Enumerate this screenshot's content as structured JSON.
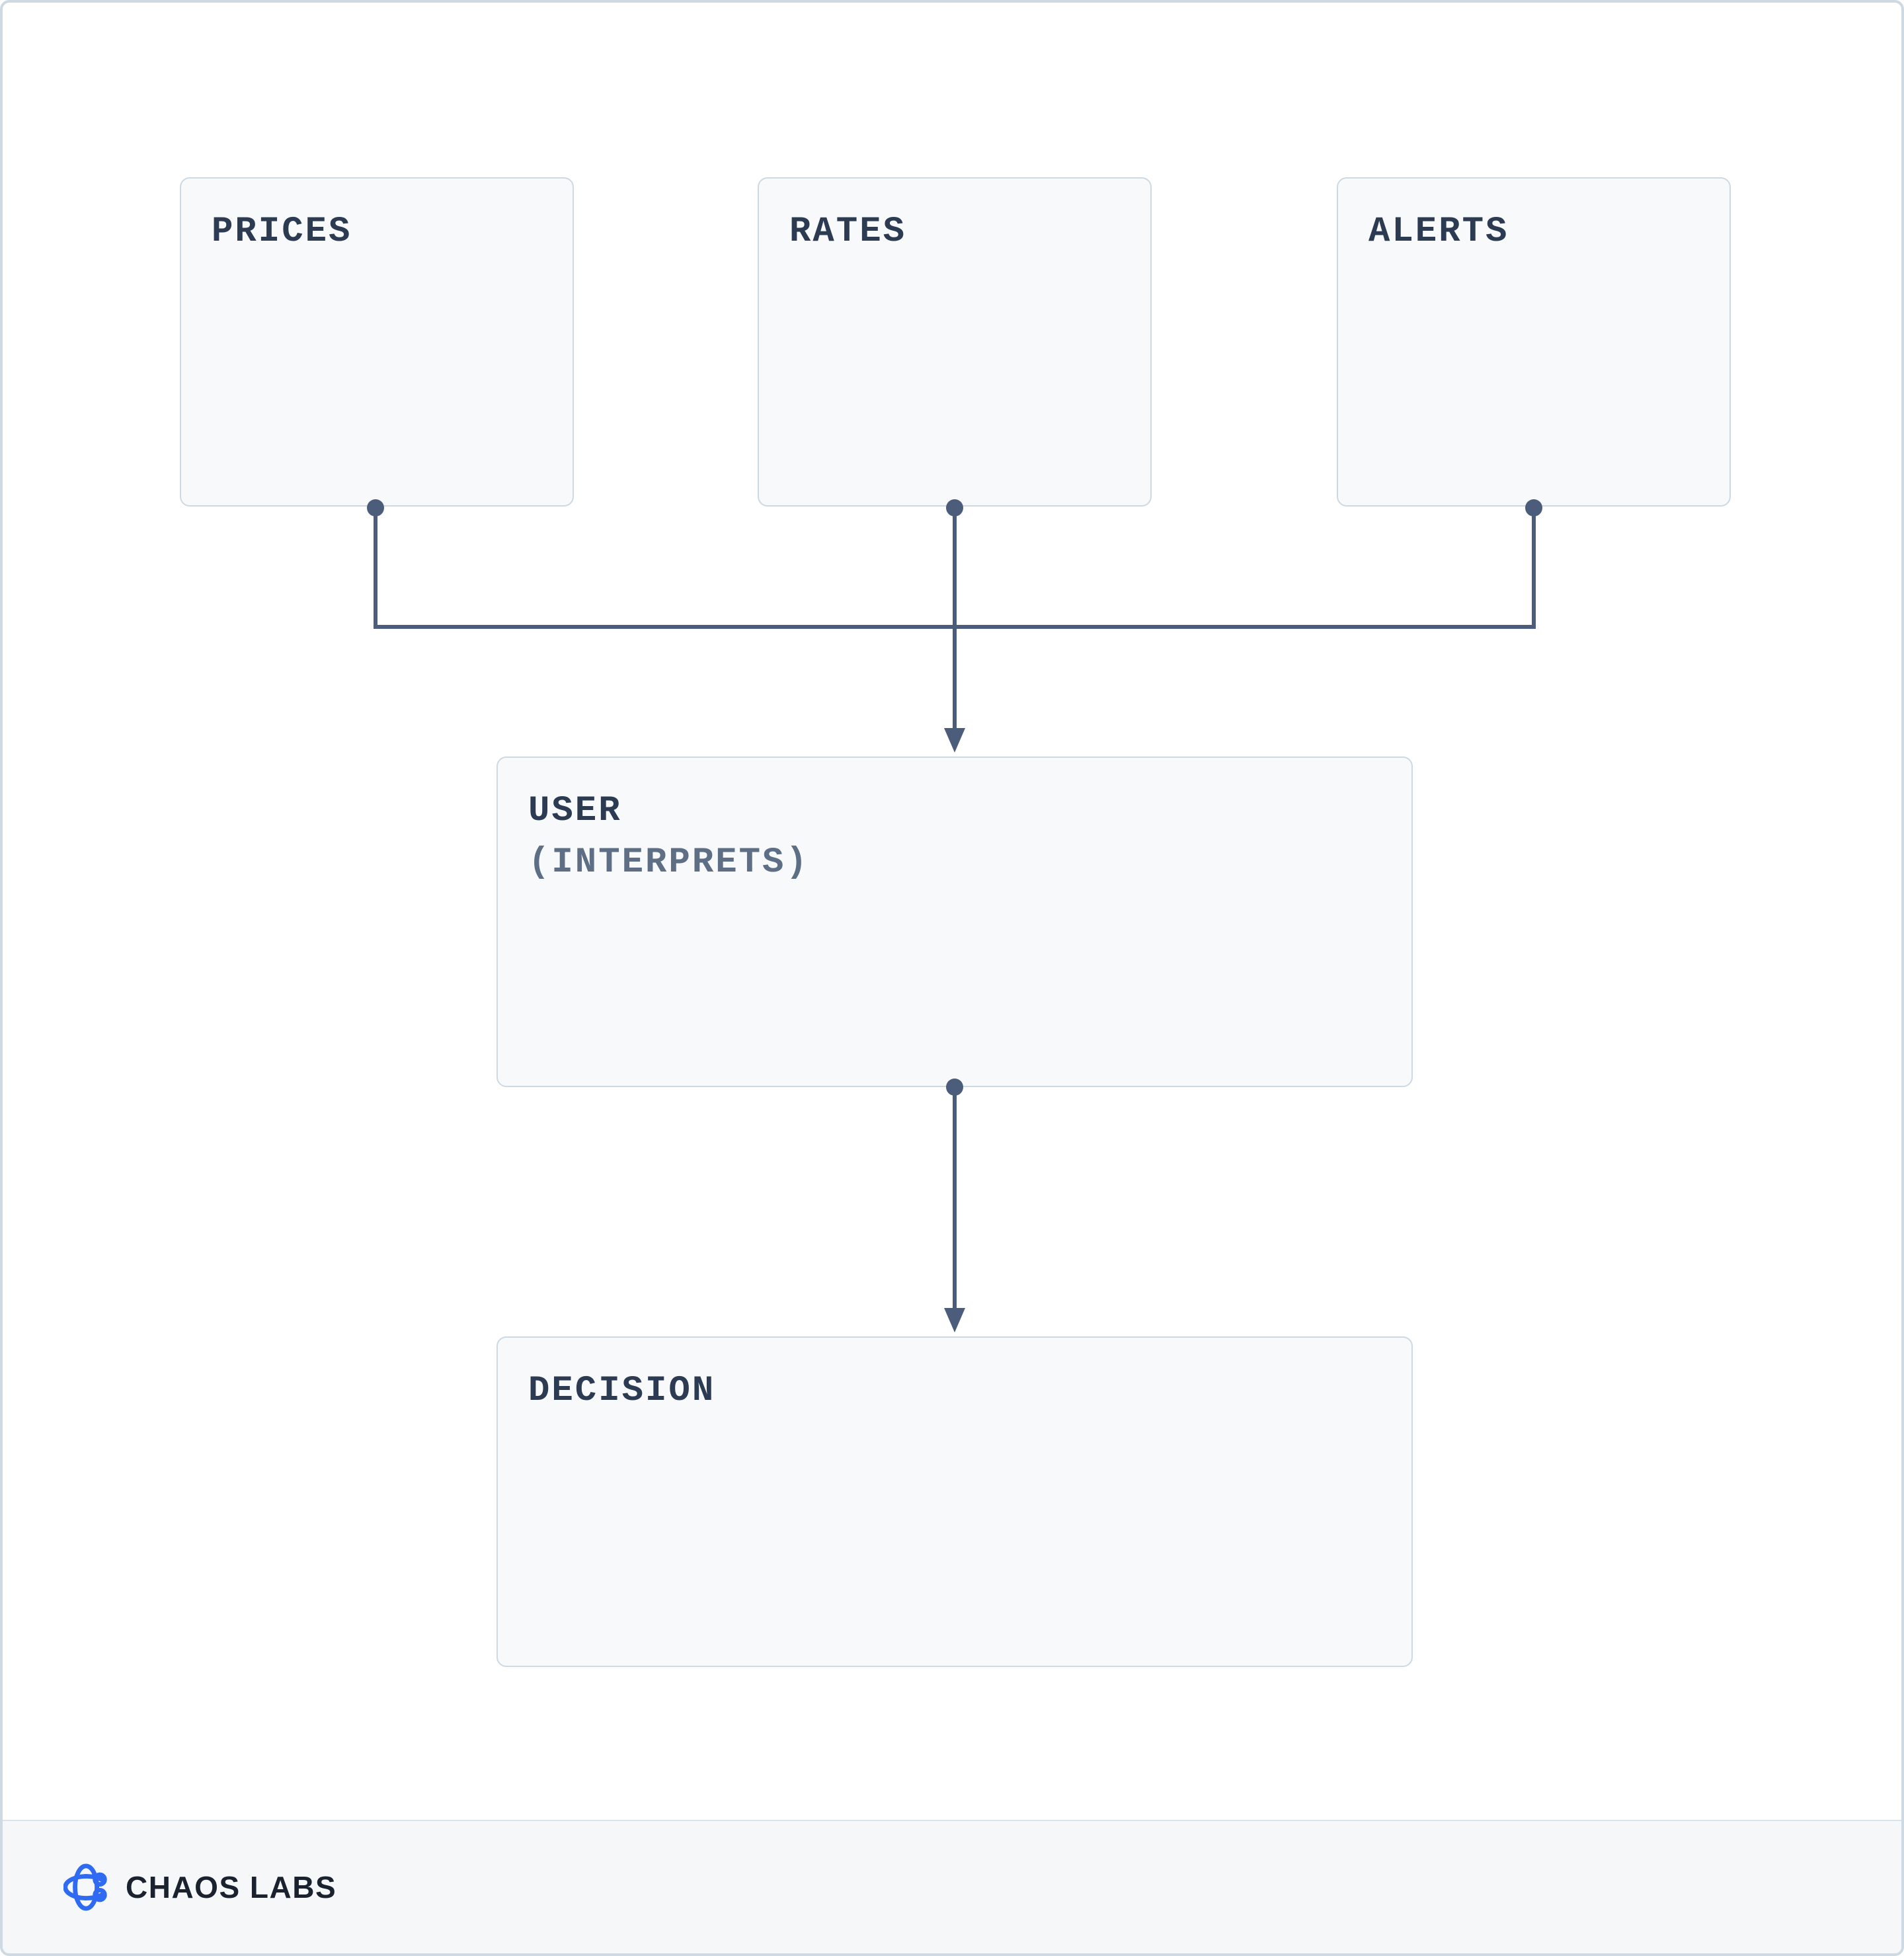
{
  "diagram": {
    "nodes": {
      "prices": {
        "label": "PRICES"
      },
      "rates": {
        "label": "RATES"
      },
      "alerts": {
        "label": "ALERTS"
      },
      "user": {
        "label": "USER",
        "sublabel": "(INTERPRETS)"
      },
      "decision": {
        "label": "DECISION"
      }
    },
    "edges": [
      {
        "from": "prices",
        "to": "user"
      },
      {
        "from": "rates",
        "to": "user"
      },
      {
        "from": "alerts",
        "to": "user"
      },
      {
        "from": "user",
        "to": "decision"
      }
    ]
  },
  "footer": {
    "brand": "CHAOS LABS",
    "logo_icon": "chaos-labs-orbit-logo"
  },
  "colors": {
    "accent-blue": "#2E6BF2",
    "connector": "#4B5D7A",
    "node-fill": "#F7F9FA",
    "node-border": "#CDD9E3",
    "label": "#2C3B52",
    "sublabel": "#5E6E85",
    "footer-bg": "#F5F7F9",
    "footer-text": "#19222E",
    "frame-border": "#CDD9E3",
    "separator": "#DAE2EA",
    "canvas-bg": "#FFFFFF"
  }
}
